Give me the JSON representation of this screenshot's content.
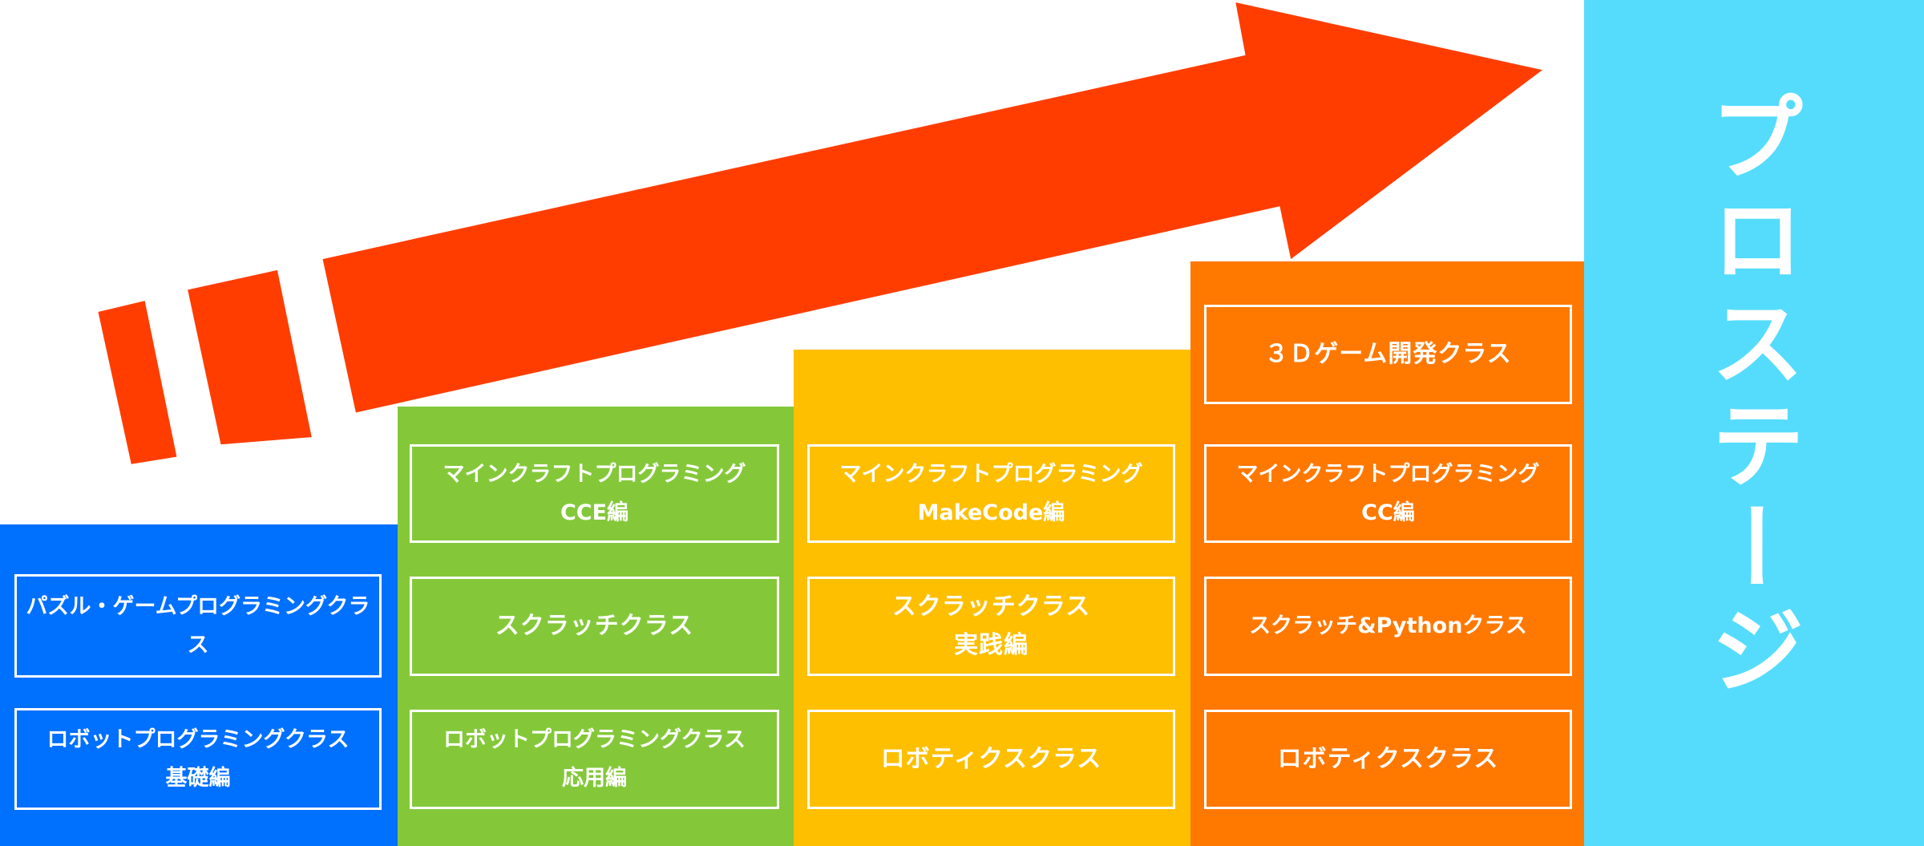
{
  "colors": {
    "arrow": "#ff3d00",
    "blue": "#0070ff",
    "green": "#84c83a",
    "yellow": "#fdbf00",
    "orange": "#ff7800",
    "cyan": "#55dcfd"
  },
  "columns": [
    {
      "name": "blue",
      "boxes": [
        {
          "lines": [
            "パズル・ゲームプログラミングクラス"
          ]
        },
        {
          "lines": [
            "ロボットプログラミングクラス",
            "基礎編"
          ]
        }
      ]
    },
    {
      "name": "green",
      "boxes": [
        {
          "lines": [
            "マインクラフトプログラミング",
            "CCE編"
          ]
        },
        {
          "lines": [
            "スクラッチクラス"
          ]
        },
        {
          "lines": [
            "ロボットプログラミングクラス",
            "応用編"
          ]
        }
      ]
    },
    {
      "name": "yellow",
      "boxes": [
        {
          "lines": [
            "マインクラフトプログラミング",
            "MakeCode編"
          ]
        },
        {
          "lines": [
            "スクラッチクラス",
            "実践編"
          ]
        },
        {
          "lines": [
            "ロボティクスクラス"
          ]
        }
      ]
    },
    {
      "name": "orange",
      "boxes": [
        {
          "lines": [
            "３Ｄゲーム開発クラス"
          ]
        },
        {
          "lines": [
            "マインクラフトプログラミング",
            "CC編"
          ]
        },
        {
          "lines": [
            "スクラッチ&Pythonクラス"
          ]
        },
        {
          "lines": [
            "ロボティクスクラス"
          ]
        }
      ]
    }
  ],
  "stage_label": "プロステージ"
}
